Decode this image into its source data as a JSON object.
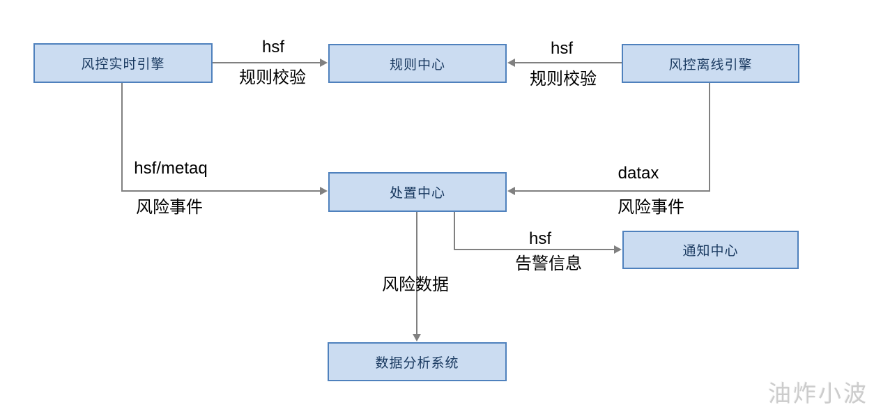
{
  "diagram": {
    "nodes": [
      {
        "id": "realtime-engine",
        "label": "风控实时引擎"
      },
      {
        "id": "rule-center",
        "label": "规则中心"
      },
      {
        "id": "offline-engine",
        "label": "风控离线引擎"
      },
      {
        "id": "disposal-center",
        "label": "处置中心"
      },
      {
        "id": "notification-center",
        "label": "通知中心"
      },
      {
        "id": "data-analysis-system",
        "label": "数据分析系统"
      }
    ],
    "edges": [
      {
        "from": "realtime-engine",
        "to": "rule-center",
        "protocol": "hsf",
        "label": "规则校验"
      },
      {
        "from": "offline-engine",
        "to": "rule-center",
        "protocol": "hsf",
        "label": "规则校验"
      },
      {
        "from": "realtime-engine",
        "to": "disposal-center",
        "protocol": "hsf/metaq",
        "label": "风险事件"
      },
      {
        "from": "offline-engine",
        "to": "disposal-center",
        "protocol": "datax",
        "label": "风险事件"
      },
      {
        "from": "disposal-center",
        "to": "data-analysis-system",
        "label": "风险数据"
      },
      {
        "from": "disposal-center",
        "to": "notification-center",
        "protocol": "hsf",
        "label": "告警信息"
      }
    ],
    "watermark": "油炸小波",
    "colors": {
      "node_fill": "#cbdcf1",
      "node_border": "#4f81bd",
      "node_text": "#17375e",
      "connector": "#808080",
      "label_text": "#000000",
      "watermark_text": "#cccccc"
    }
  }
}
